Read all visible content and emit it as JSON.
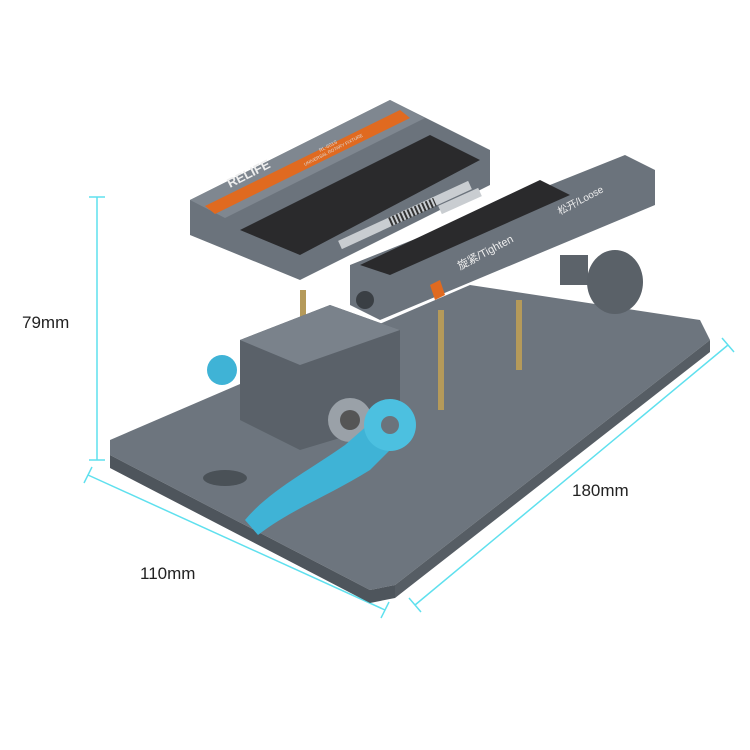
{
  "dimensions": {
    "height_label": "79mm",
    "length_label": "180mm",
    "width_label": "110mm"
  },
  "product": {
    "brand": "RELIFE",
    "model": "RL-601S",
    "subtitle": "UNIVERSAL ROTARY FIXTURE",
    "tighten_label": "旋紧/Tighten",
    "loose_label": "松开/Loose"
  },
  "colors": {
    "dimension_line": "#5fe0ee",
    "body": "#6b737c",
    "accent_orange": "#e06a20",
    "lever_blue": "#3fb3d6",
    "pad": "#2a2a2c"
  }
}
